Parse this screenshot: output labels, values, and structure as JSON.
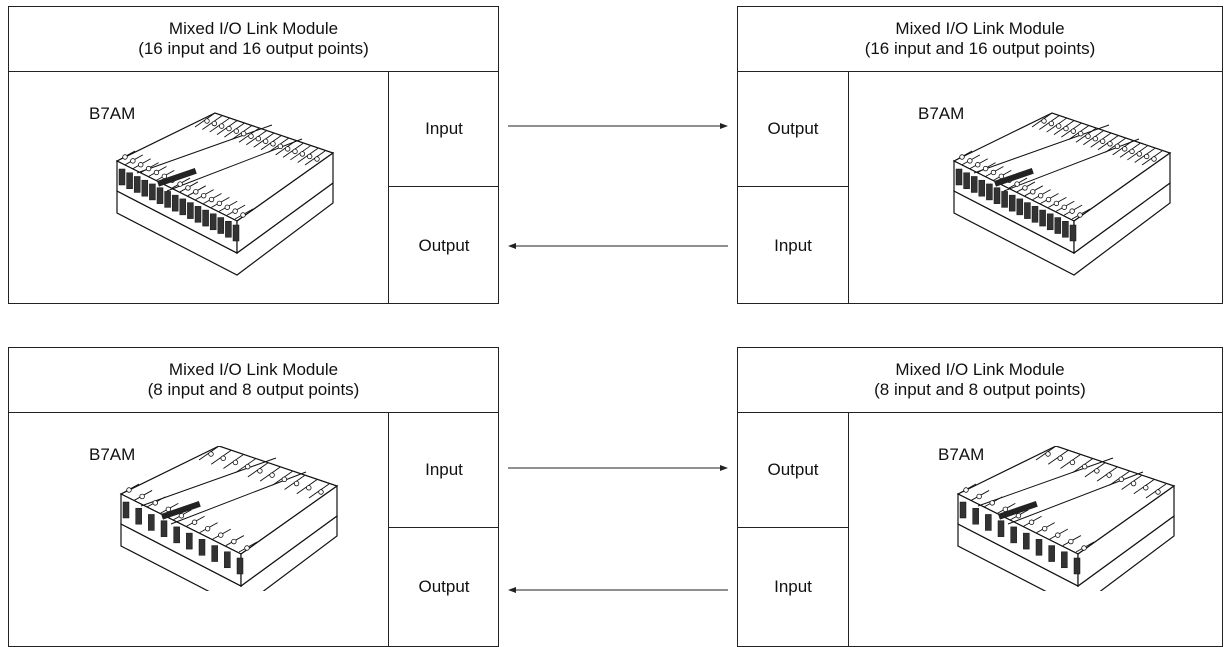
{
  "rows": [
    {
      "left": {
        "title_line1": "Mixed I/O Link Module",
        "title_line2": "(16 input and 16 output points)",
        "model": "B7AM",
        "top_label": "Input",
        "bottom_label": "Output"
      },
      "right": {
        "title_line1": "Mixed I/O Link Module",
        "title_line2": "(16 input and 16 output points)",
        "model": "B7AM",
        "top_label": "Output",
        "bottom_label": "Input"
      }
    },
    {
      "left": {
        "title_line1": "Mixed I/O Link Module",
        "title_line2": "(8 input and 8 output points)",
        "model": "B7AM",
        "top_label": "Input",
        "bottom_label": "Output"
      },
      "right": {
        "title_line1": "Mixed I/O Link Module",
        "title_line2": "(8 input and 8 output points)",
        "model": "B7AM",
        "top_label": "Output",
        "bottom_label": "Input"
      }
    }
  ],
  "icons": {
    "device": "io-link-module-illustration",
    "arrow_right": "arrow-right-icon",
    "arrow_left": "arrow-left-icon"
  }
}
